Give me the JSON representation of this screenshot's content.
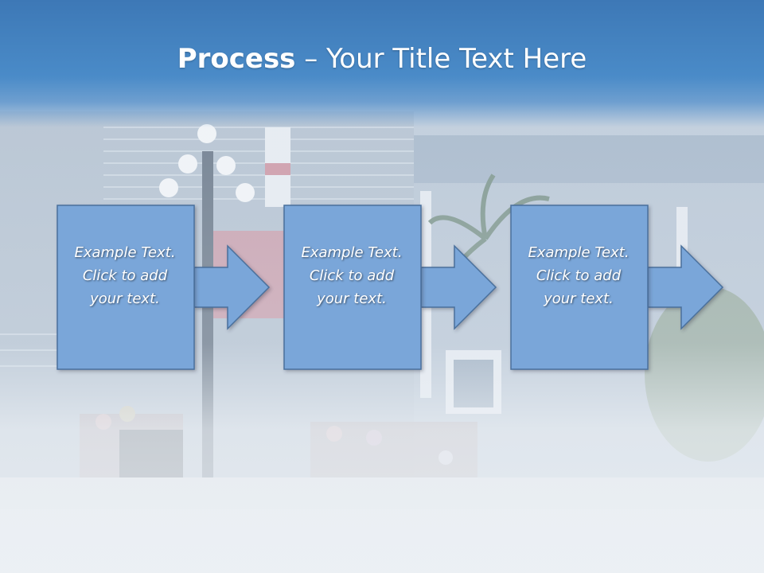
{
  "title": {
    "bold": "Process",
    "rest": " – Your Title Text Here"
  },
  "steps": [
    {
      "text": "Example Text.\nClick  to add\nyour text."
    },
    {
      "text": "Example Text.\nClick  to add\nyour text."
    },
    {
      "text": "Example Text.\nClick  to add\nyour text."
    }
  ],
  "colors": {
    "title_band": "#3d78b6",
    "box_fill": "#7aa6d9",
    "box_stroke": "#4a6f9c"
  }
}
